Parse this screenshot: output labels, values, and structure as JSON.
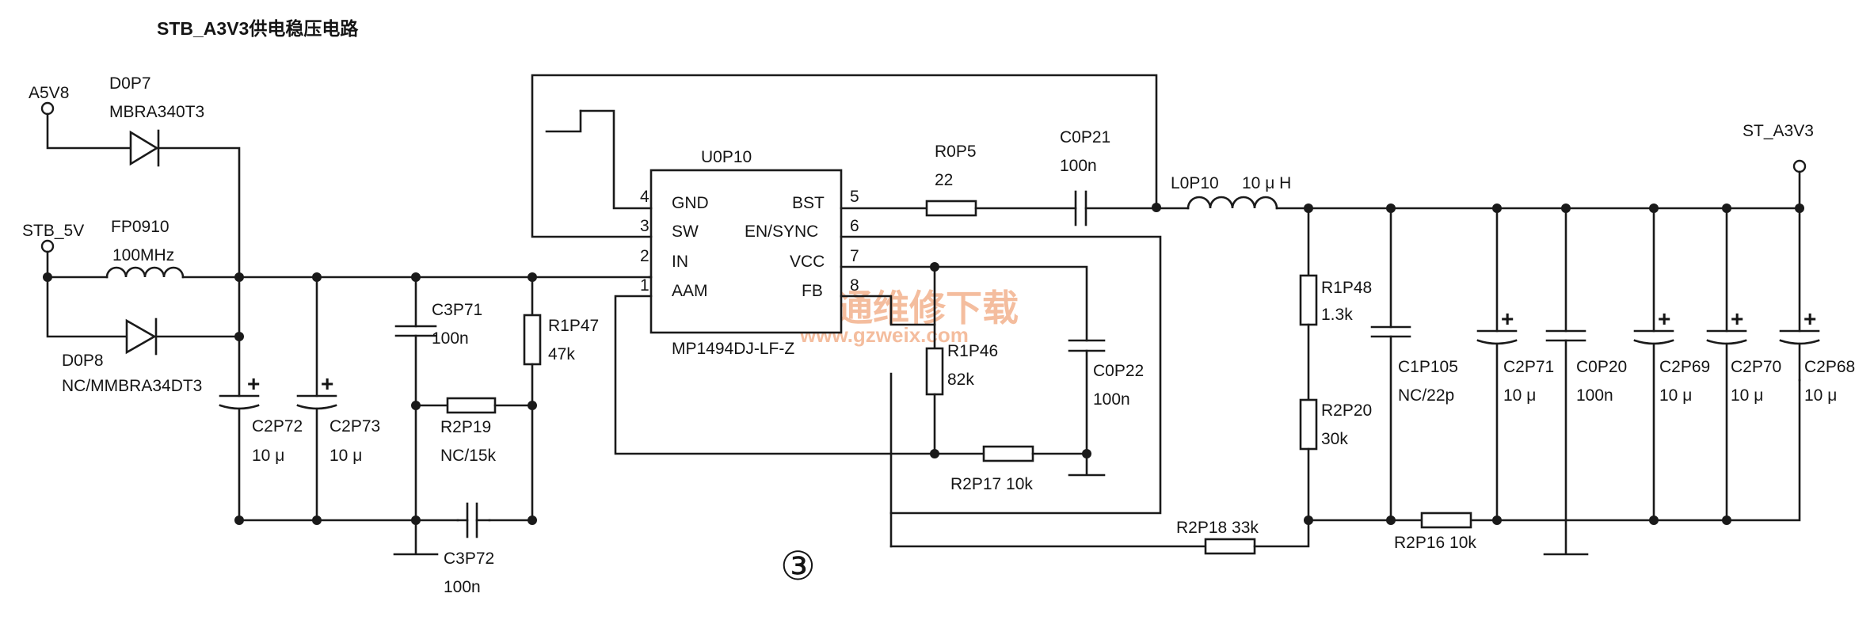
{
  "title": "STB_A3V3供电稳压电路",
  "figure_marker": "③",
  "watermark": {
    "line1": "精通维修下载",
    "line2": "www.gzweix.com"
  },
  "ic": {
    "ref": "U0P10",
    "part": "MP1494DJ-LF-Z",
    "pins_left": [
      {
        "num": "4",
        "name": "GND"
      },
      {
        "num": "3",
        "name": "SW"
      },
      {
        "num": "2",
        "name": "IN"
      },
      {
        "num": "1",
        "name": "AAM"
      }
    ],
    "pins_right": [
      {
        "num": "5",
        "name": "BST"
      },
      {
        "num": "6",
        "name": "EN/SYNC"
      },
      {
        "num": "7",
        "name": "VCC"
      },
      {
        "num": "8",
        "name": "FB"
      }
    ]
  },
  "nets": {
    "a5v8": "A5V8",
    "stb_5v": "STB_5V",
    "st_a3v3": "ST_A3V3"
  },
  "components": {
    "d0p7": {
      "ref": "D0P7",
      "value": "MBRA340T3"
    },
    "d0p8": {
      "ref": "D0P8",
      "value": "NC/MMBRA34DT3"
    },
    "fp0910": {
      "ref": "FP0910",
      "value": "100MHz"
    },
    "c2p72": {
      "ref": "C2P72",
      "value": "10 μ"
    },
    "c2p73": {
      "ref": "C2P73",
      "value": "10 μ"
    },
    "c3p71": {
      "ref": "C3P71",
      "value": "100n"
    },
    "r2p19": {
      "ref": "R2P19",
      "value": "NC/15k"
    },
    "c3p72": {
      "ref": "C3P72",
      "value": "100n"
    },
    "r1p47": {
      "ref": "R1P47",
      "value": "47k"
    },
    "r0p5": {
      "ref": "R0P5",
      "value": "22"
    },
    "c0p21": {
      "ref": "C0P21",
      "value": "100n"
    },
    "l0p10": {
      "ref": "L0P10",
      "value": "10 μ H"
    },
    "r1p46": {
      "ref": "R1P46",
      "value": "82k"
    },
    "c0p22": {
      "ref": "C0P22",
      "value": "100n"
    },
    "r2p17": {
      "label": "R2P17  10k"
    },
    "r2p18": {
      "label": "R2P18  33k"
    },
    "r1p48": {
      "ref": "R1P48",
      "value": "1.3k"
    },
    "r2p20": {
      "ref": "R2P20",
      "value": "30k"
    },
    "c1p105": {
      "ref": "C1P105",
      "value": "NC/22p"
    },
    "c2p71": {
      "ref": "C2P71",
      "value": "10 μ"
    },
    "c0p20": {
      "ref": "C0P20",
      "value": "100n"
    },
    "c2p69": {
      "ref": "C2P69",
      "value": "10 μ"
    },
    "c2p70": {
      "ref": "C2P70",
      "value": "10 μ"
    },
    "c2p68": {
      "ref": "C2P68",
      "value": "10 μ"
    },
    "r2p16": {
      "label": "R2P16  10k"
    }
  },
  "polarity_mark": "+"
}
